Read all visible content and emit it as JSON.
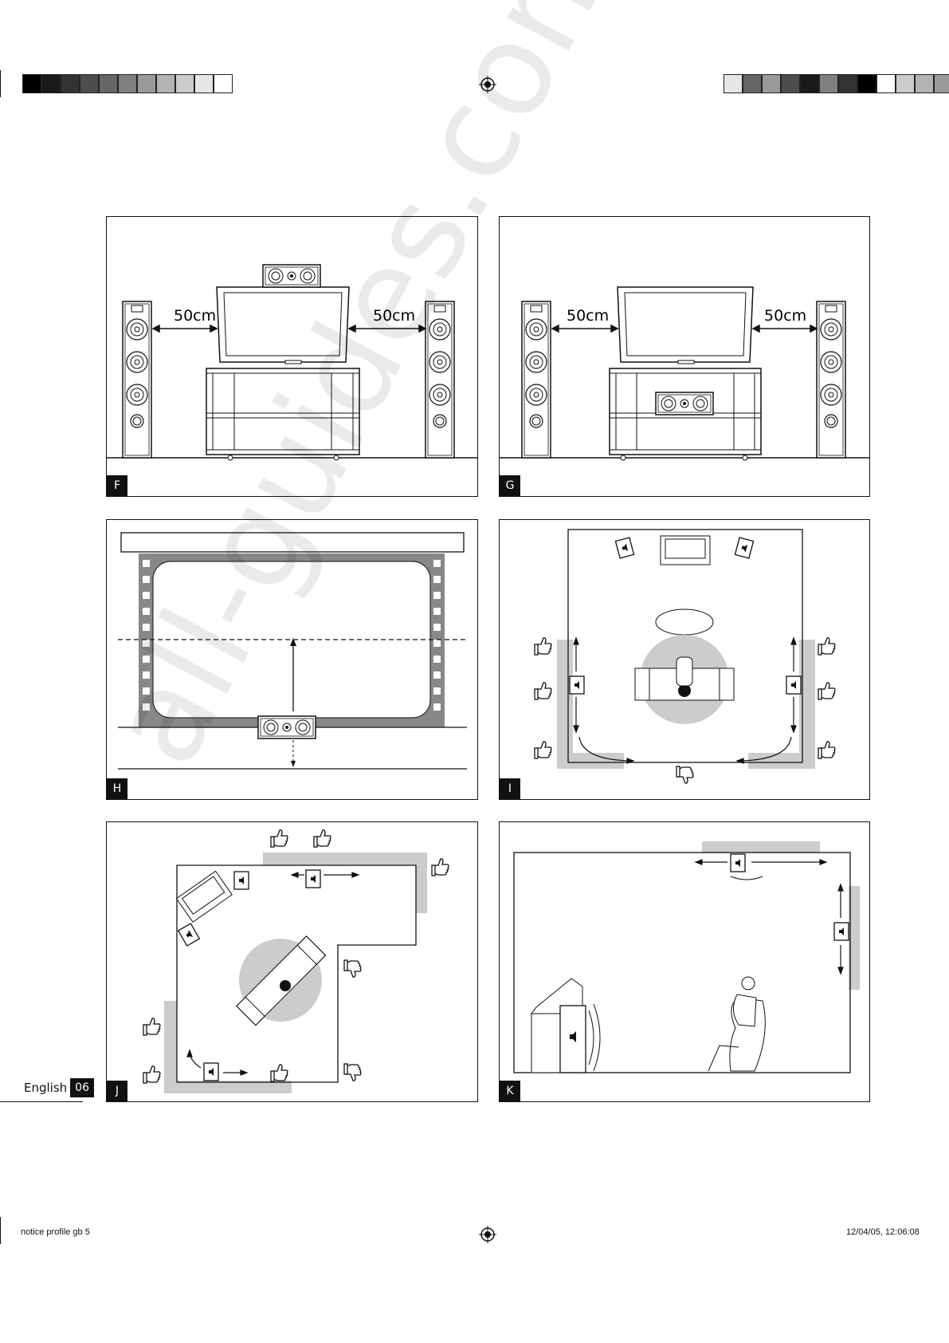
{
  "colors": {
    "ink": "#111111",
    "grey_zone": "#cccccc",
    "film": "#888888"
  },
  "registration": {
    "left_shades": [
      "#000000",
      "#1a1a1a",
      "#333333",
      "#4d4d4d",
      "#666666",
      "#808080",
      "#999999",
      "#b3b3b3",
      "#cccccc",
      "#e6e6e6",
      "#ffffff"
    ],
    "right_shades": [
      "#e6e6e6",
      "#666666",
      "#999999",
      "#4d4d4d",
      "#1a1a1a",
      "#808080",
      "#333333",
      "#000000",
      "#ffffff",
      "#cccccc",
      "#b3b3b3",
      "#999999"
    ]
  },
  "panels": {
    "F": {
      "label": "F",
      "dist_left": "50cm",
      "dist_right": "50cm"
    },
    "G": {
      "label": "G",
      "dist_left": "50cm",
      "dist_right": "50cm"
    },
    "H": {
      "label": "H"
    },
    "I": {
      "label": "I"
    },
    "J": {
      "label": "J"
    },
    "K": {
      "label": "K"
    }
  },
  "footer": {
    "language": "English",
    "page_number": "06",
    "file_name": "notice profile gb   5",
    "timestamp": "12/04/05, 12:06:08"
  },
  "watermark": "all-guides.com",
  "icons": [
    "registration-mark-icon",
    "tower-speaker-icon",
    "center-speaker-icon",
    "tv-icon",
    "thumbs-up-icon",
    "thumbs-down-icon",
    "listener-icon",
    "sofa-icon"
  ]
}
